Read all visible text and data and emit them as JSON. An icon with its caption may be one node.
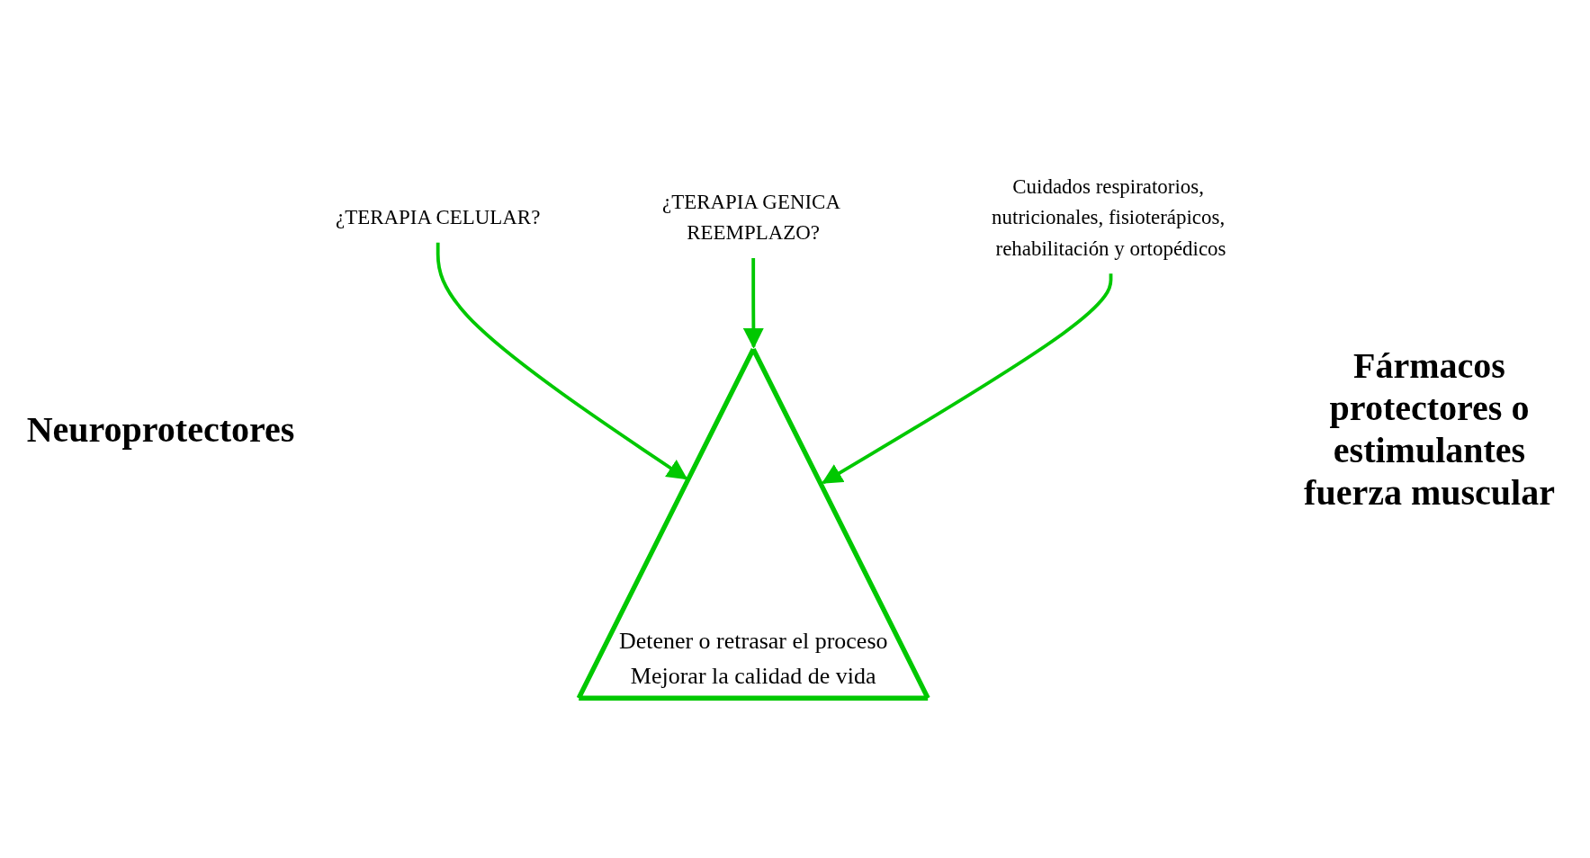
{
  "diagram": {
    "nodes": [
      {
        "text": [
          "Detener o retrasar el proceso",
          "Mejorar la calidad de vida"
        ]
      },
      {
        "text": [
          "¿TERAPIA CELULAR?"
        ]
      },
      {
        "text": [
          "¿TERAPIA GENICA REEMPLAZO?"
        ]
      },
      {
        "text": [
          "Cuidados respiratorios, nutricionales, fisioterápicos, rehabilitación y ortopédicos"
        ]
      }
    ],
    "edges": [
      {
        "from": 1,
        "to": 0,
        "arrow": "to"
      },
      {
        "from": 2,
        "to": 0,
        "arrow": "to"
      },
      {
        "from": 3,
        "to": 0,
        "arrow": "to"
      }
    ],
    "labels": [
      "Neuroprotectores",
      "Fármacos protectores o estimulantes fuerza muscular"
    ]
  }
}
